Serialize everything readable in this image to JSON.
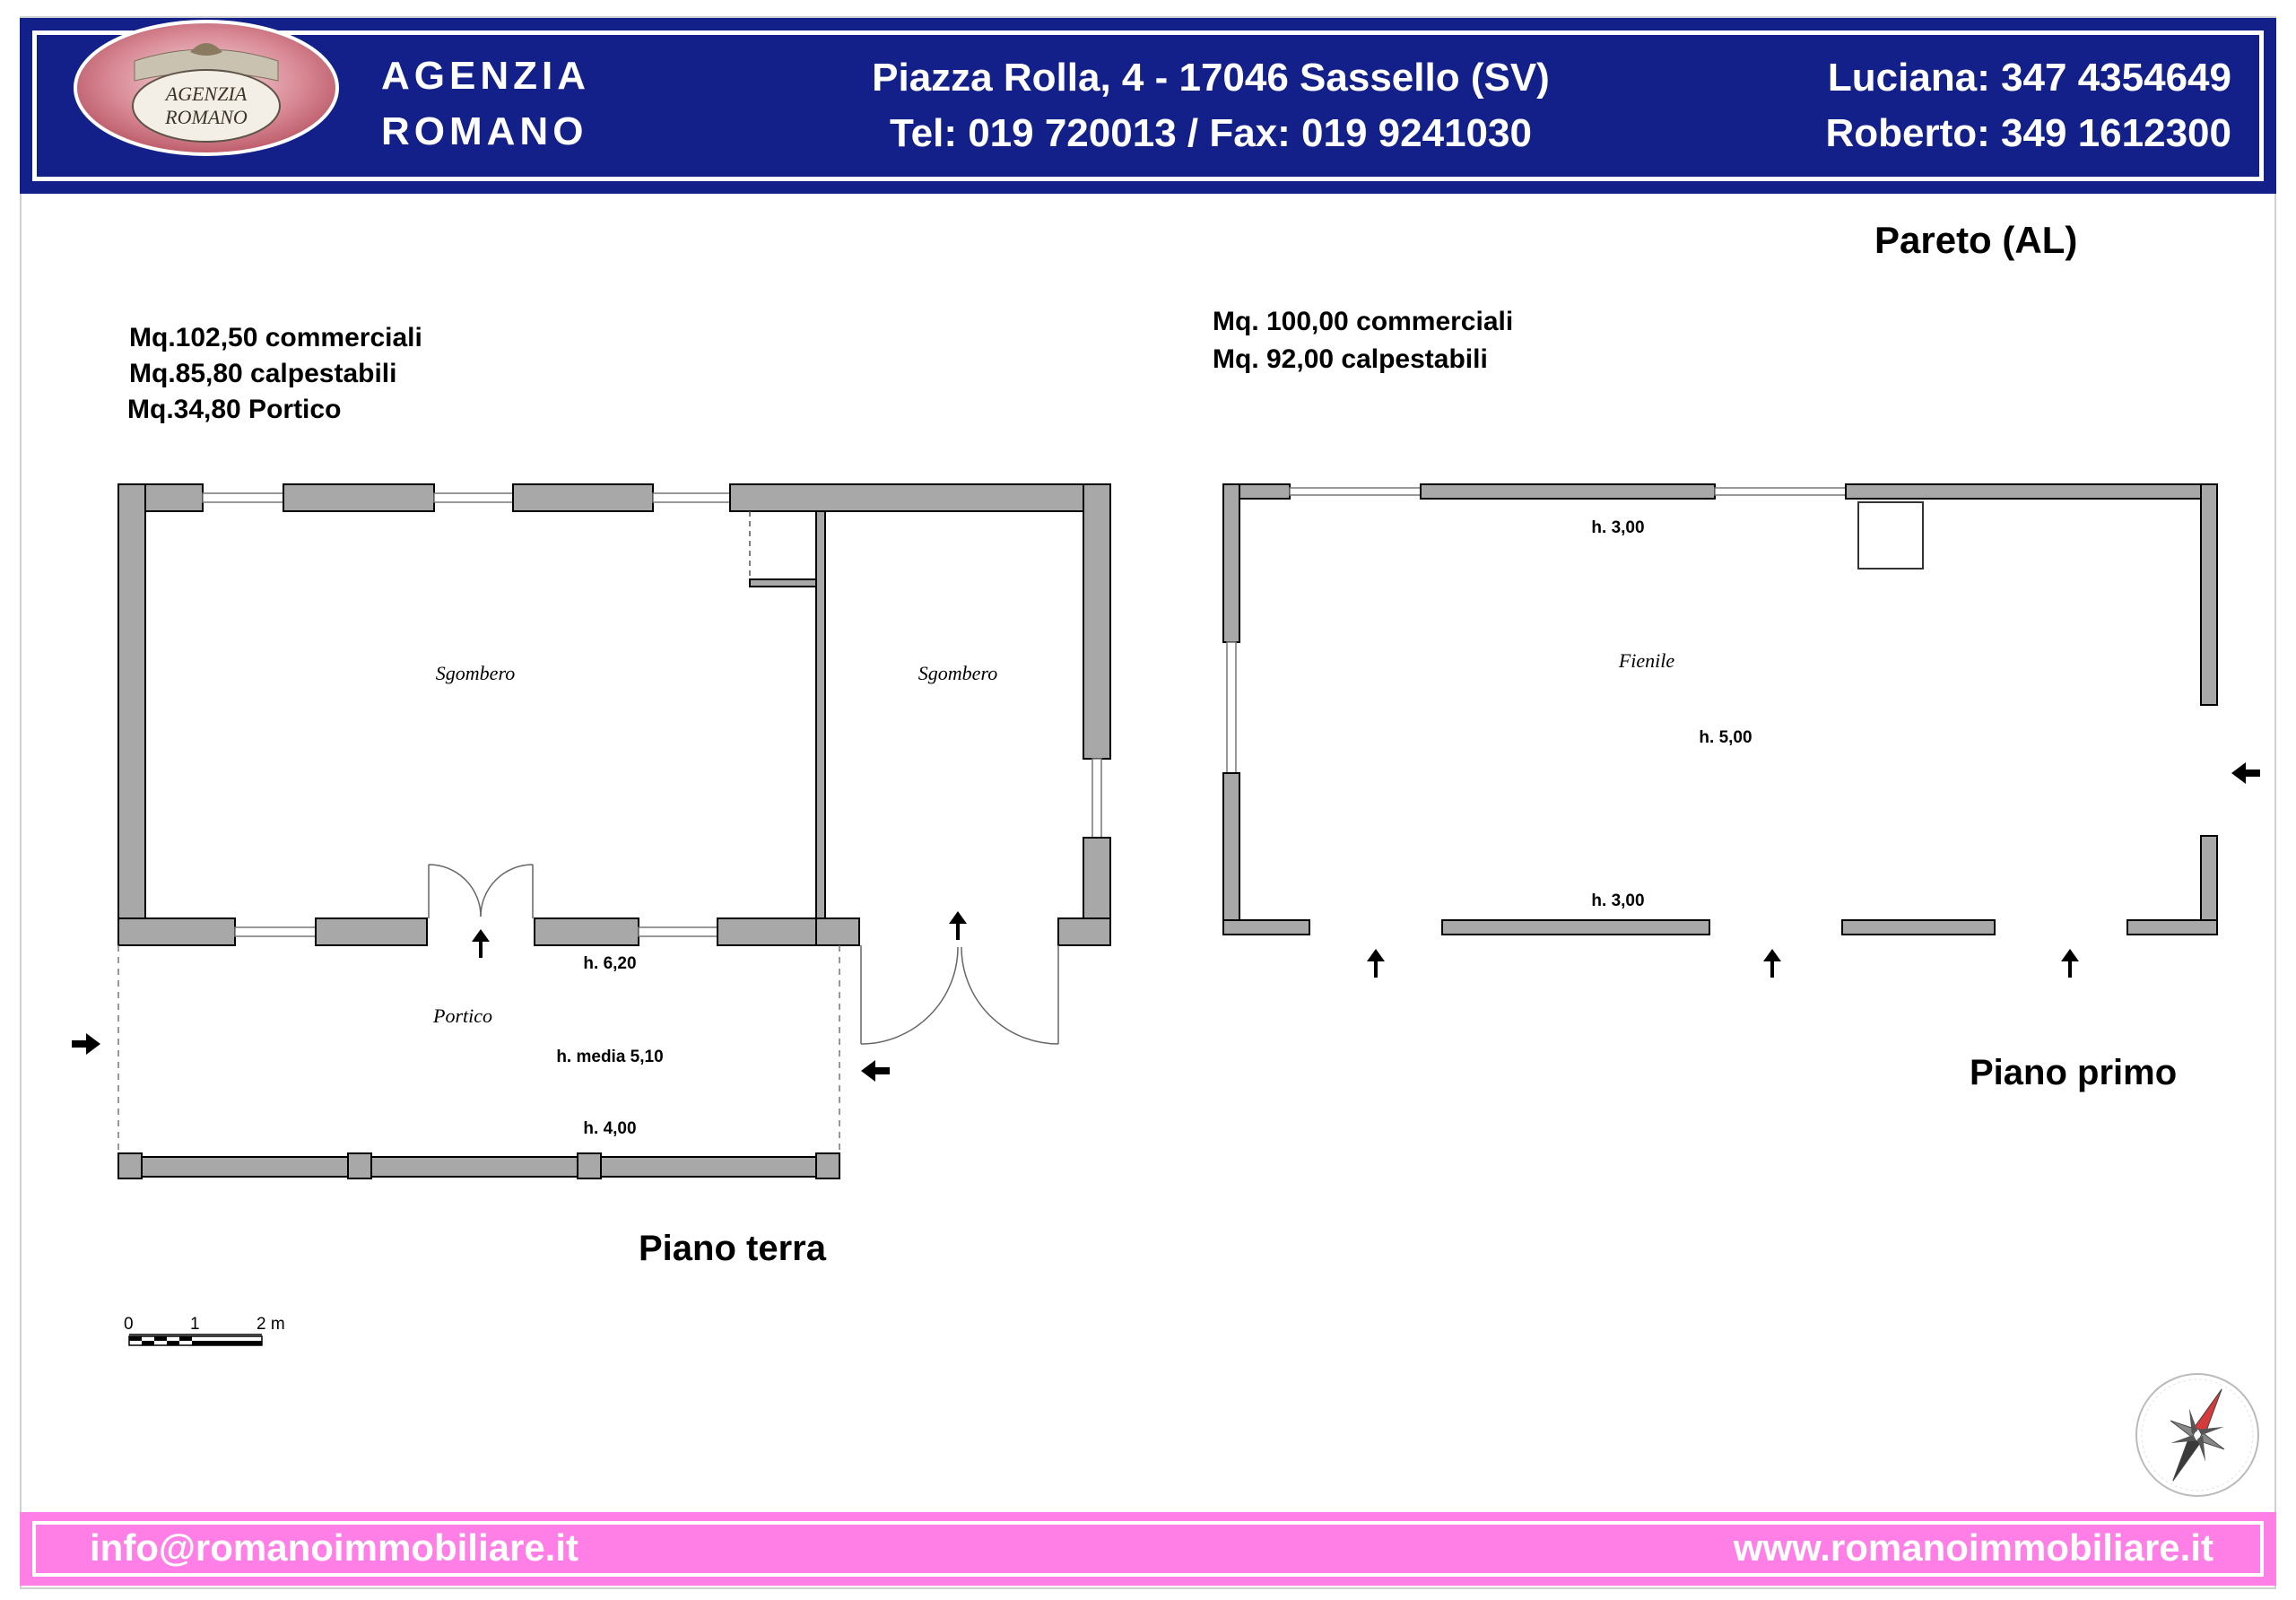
{
  "header": {
    "agency_line1": "AGENZIA",
    "agency_line2": "ROMANO",
    "logo_text_line1": "AGENZIA",
    "logo_text_line2": "ROMANO",
    "address_line1": "Piazza Rolla, 4 - 17046 Sassello (SV)",
    "address_line2": "Tel: 019 720013 / Fax: 019 9241030",
    "contact_line1": "Luciana: 347 4354649",
    "contact_line2": "Roberto: 349 1612300"
  },
  "location": "Pareto (AL)",
  "piano_terra": {
    "title": "Piano terra",
    "area_commerciali": "Mq.102,50 commerciali",
    "area_calpestabili": "Mq.85,80 calpestabili",
    "area_portico": "Mq.34,80 Portico",
    "room_left": "Sgombero",
    "room_right": "Sgombero",
    "portico": "Portico",
    "height_main": "h. 6,20",
    "height_portico_media": "h.  media 5,10",
    "height_portico_edge": "h. 4,00"
  },
  "piano_primo": {
    "title": "Piano primo",
    "area_commerciali": "Mq. 100,00 commerciali",
    "area_calpestabili": "Mq. 92,00 calpestabili",
    "room": "Fienile",
    "height_top": "h. 3,00",
    "height_center": "h. 5,00",
    "height_bottom": "h. 3,00"
  },
  "scale": {
    "tick0": "0",
    "tick1": "1",
    "tick2": "2 m"
  },
  "footer": {
    "email": "info@romanoimmobiliare.it",
    "website": "www.romanoimmobiliare.it"
  },
  "colors": {
    "header_bg": "#13208a",
    "footer_bg": "#ff7fe6",
    "wall_fill": "#a8a8a8"
  },
  "icons": [
    "compass-rose-icon",
    "entrance-arrow-icon"
  ]
}
